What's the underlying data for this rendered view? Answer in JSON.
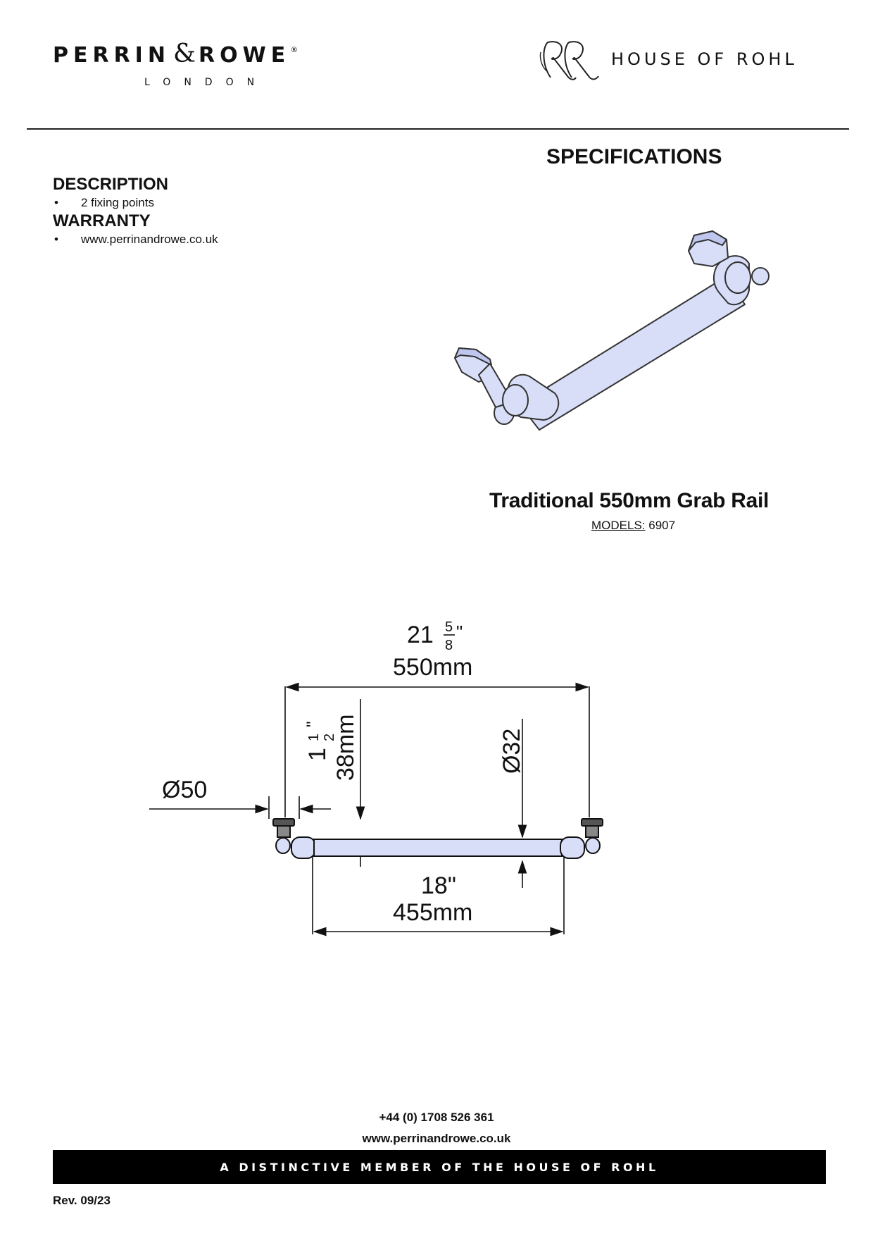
{
  "header": {
    "brand_name_1": "PERRIN",
    "brand_amp": "&",
    "brand_name_2": "ROWE",
    "brand_reg": "®",
    "brand_city": "LONDON",
    "partner_text": "HOUSE OF ROHL"
  },
  "specifications_title": "SPECIFICATIONS",
  "description": {
    "heading": "DESCRIPTION",
    "items": [
      "2 fixing points"
    ]
  },
  "warranty": {
    "heading": "WARRANTY",
    "items": [
      "www.perrinandrowe.co.uk"
    ]
  },
  "product": {
    "title": "Traditional 550mm Grab Rail",
    "models_label": "MODELS:",
    "models_value": " 6907"
  },
  "drawing": {
    "overall_in_whole": "21",
    "overall_in_num": "5",
    "overall_in_den": "8",
    "inch_mark": "\"",
    "overall_mm": "550mm",
    "projection_in_whole": "1",
    "projection_in_num": "1",
    "projection_in_den": "2",
    "projection_mm": "38mm",
    "tube_dia": "Ø32",
    "flange_dia": "Ø50",
    "inner_in": "18\"",
    "inner_mm": "455mm"
  },
  "footer": {
    "phone": "+44 (0) 1708 526 361",
    "website": "www.perrinandrowe.co.uk",
    "banner": "A DISTINCTIVE MEMBER OF THE HOUSE OF ROHL",
    "revision": "Rev. 09/23"
  },
  "colors": {
    "product_fill": "#d8def8",
    "line": "#222222"
  }
}
